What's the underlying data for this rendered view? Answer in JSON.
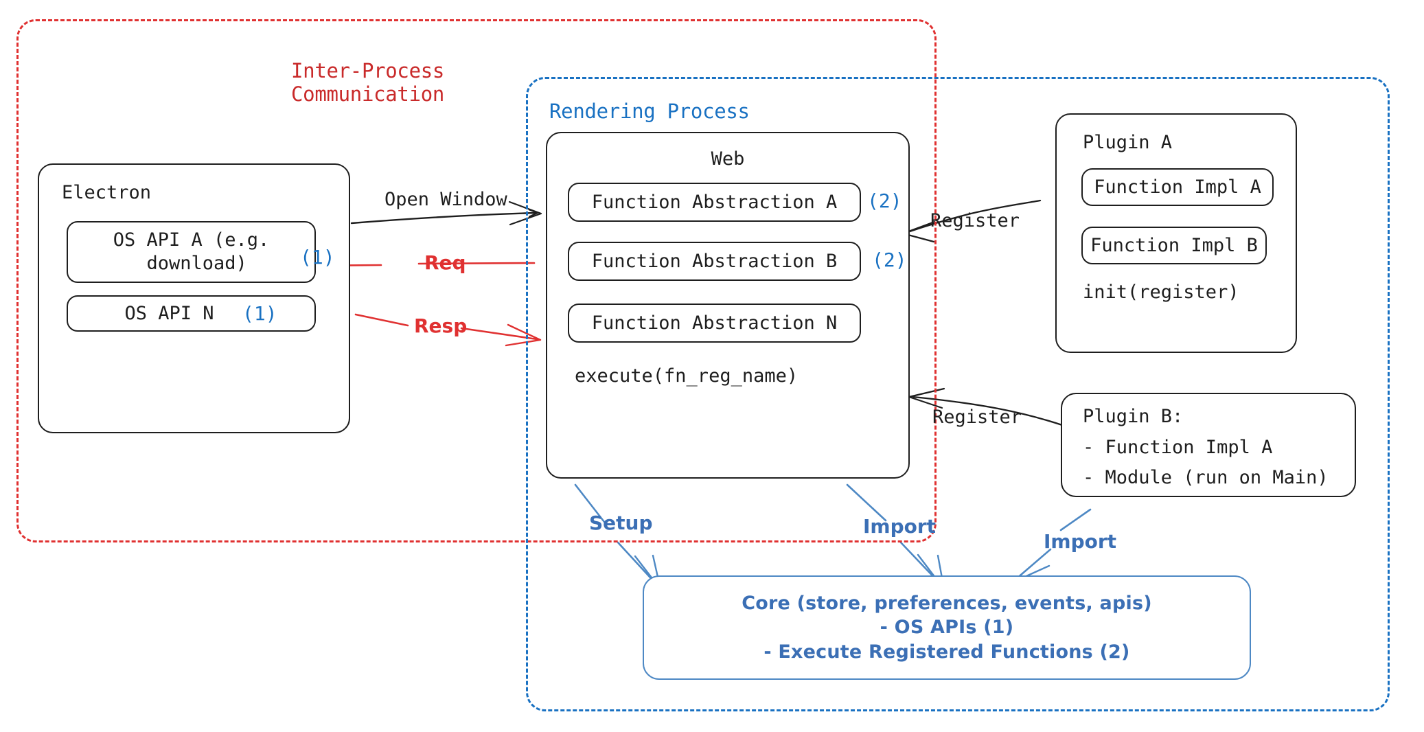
{
  "diagram": {
    "title": "Electron plugin architecture (IPC / Rendering Process / Plugins / Core)",
    "colors": {
      "ipc_red": "#e03131",
      "render_blue": "#1971c2",
      "core_blue": "#3b6fb5",
      "ink": "#1e1e1e",
      "background": "#ffffff"
    }
  },
  "groups": {
    "ipc": {
      "title": "Inter-Process\nCommunication"
    },
    "rendering": {
      "title": "Rendering Process"
    }
  },
  "electron": {
    "title": "Electron",
    "items": [
      {
        "label": "OS API A (e.g.\n download)",
        "tag": "(1)"
      },
      {
        "label": "OS API N",
        "tag": "(1)"
      }
    ]
  },
  "web": {
    "title": "Web",
    "items": [
      {
        "label": "Function Abstraction A",
        "tag": "(2)"
      },
      {
        "label": "Function Abstraction B",
        "tag": "(2)"
      },
      {
        "label": "Function Abstraction N",
        "tag": ""
      }
    ],
    "footer": "execute(fn_reg_name)"
  },
  "plugin_a": {
    "title": "Plugin A",
    "items": [
      {
        "label": "Function Impl A"
      },
      {
        "label": "Function Impl B"
      }
    ],
    "footer": "init(register)"
  },
  "plugin_b": {
    "lines": [
      "Plugin B:",
      "- Function Impl A",
      "- Module (run on Main)"
    ]
  },
  "core": {
    "lines": [
      "Core (store, preferences, events, apis)",
      "- OS APIs (1)",
      "- Execute Registered Functions (2)"
    ]
  },
  "edges": [
    {
      "id": "open-window",
      "label": "Open Window",
      "color": "#1e1e1e"
    },
    {
      "id": "req",
      "label": "Req",
      "color": "#e03131"
    },
    {
      "id": "resp",
      "label": "Resp",
      "color": "#e03131"
    },
    {
      "id": "register-a",
      "label": "Register",
      "color": "#1e1e1e"
    },
    {
      "id": "register-b",
      "label": "Register",
      "color": "#1e1e1e"
    },
    {
      "id": "setup",
      "label": "Setup",
      "color": "#3b6fb5"
    },
    {
      "id": "import-web",
      "label": "Import",
      "color": "#3b6fb5"
    },
    {
      "id": "import-plug",
      "label": "Import",
      "color": "#3b6fb5"
    }
  ]
}
